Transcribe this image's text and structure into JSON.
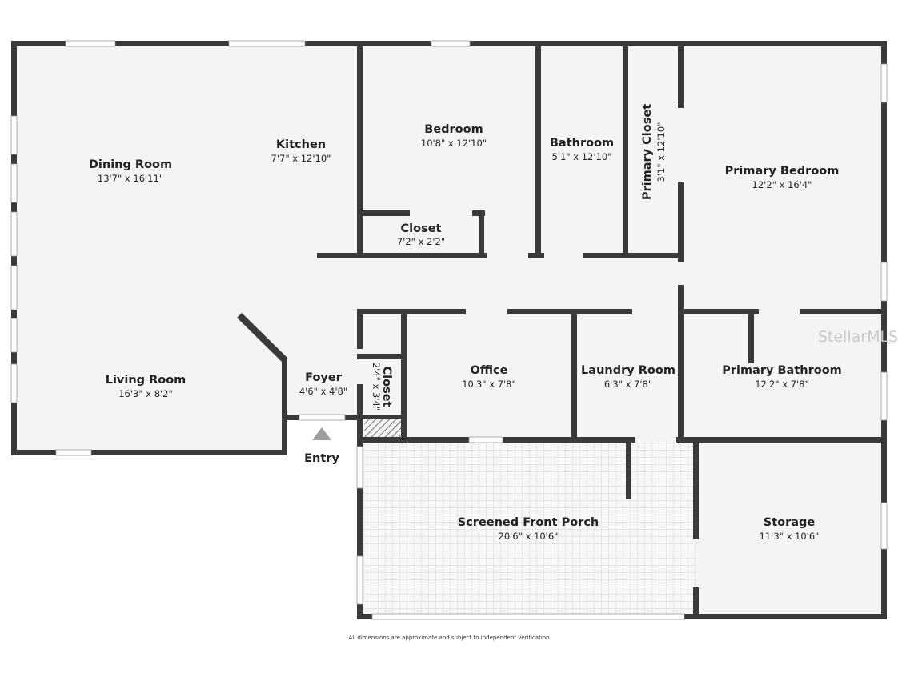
{
  "rooms": {
    "dining": {
      "name": "Dining Room",
      "dim": "13'7\" x 16'11\""
    },
    "kitchen": {
      "name": "Kitchen",
      "dim": "7'7\" x 12'10\""
    },
    "bedroom": {
      "name": "Bedroom",
      "dim": "10'8\" x 12'10\""
    },
    "bathroom": {
      "name": "Bathroom",
      "dim": "5'1\" x 12'10\""
    },
    "primary_closet": {
      "name": "Primary Closet",
      "dim": "3'1\" x 12'10\""
    },
    "primary_bedroom": {
      "name": "Primary Bedroom",
      "dim": "12'2\" x 16'4\""
    },
    "closet_bed": {
      "name": "Closet",
      "dim": "7'2\" x 2'2\""
    },
    "living": {
      "name": "Living Room",
      "dim": "16'3\" x 8'2\""
    },
    "foyer": {
      "name": "Foyer",
      "dim": "4'6\" x 4'8\""
    },
    "closet_foyer": {
      "name": "Closet",
      "dim": "2'4\" x 3'4\""
    },
    "office": {
      "name": "Office",
      "dim": "10'3\" x 7'8\""
    },
    "laundry": {
      "name": "Laundry Room",
      "dim": "6'3\" x 7'8\""
    },
    "primary_bath": {
      "name": "Primary Bathroom",
      "dim": "12'2\" x 7'8\""
    },
    "porch": {
      "name": "Screened Front Porch",
      "dim": "20'6\" x 10'6\""
    },
    "storage": {
      "name": "Storage",
      "dim": "11'3\" x 10'6\""
    }
  },
  "entry_label": "Entry",
  "footer_note": "All dimensions are approximate and subject to independent verification",
  "watermark": "StellarMLS",
  "colors": {
    "wall": "#3a3a3a",
    "floor": "#f4f4f4",
    "window": "#ffffff",
    "entry_arrow": "#9e9e9e",
    "watermark": "#c9c9c9"
  }
}
